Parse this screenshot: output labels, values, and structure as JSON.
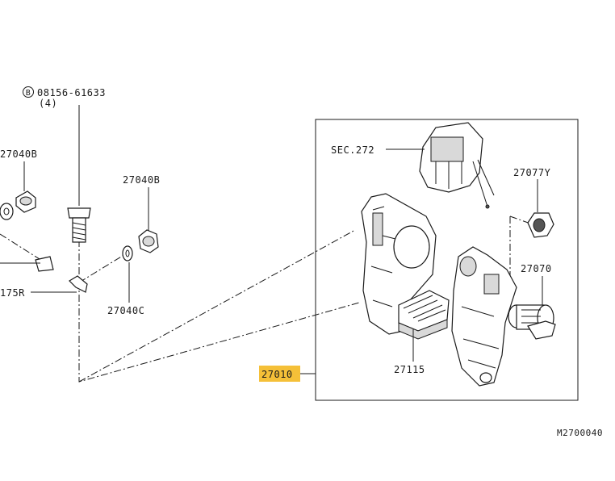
{
  "labels": {
    "bolt_part": "08156-61633",
    "bolt_qty": "(4)",
    "bolt_marker": "B",
    "nut_left": "27040B",
    "nut_mid": "27040B",
    "washer": "27040C",
    "bracket": "175R",
    "sec": "SEC.272",
    "clip": "27077Y",
    "motor": "27070",
    "filter": "27115",
    "assembly": "27010",
    "code": "M2700040"
  },
  "colors": {
    "highlight": "#f5c038",
    "line": "#1a1a1a",
    "background": "#ffffff"
  }
}
